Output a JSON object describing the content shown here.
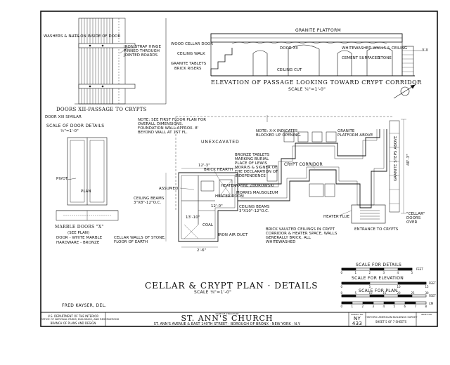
{
  "elevation": {
    "title": "ELEVATION OF PASSAGE LOOKING TOWARD CRYPT CORRIDOR",
    "scale": "SCALE ¼\"=1'-0\"",
    "granite_platform": "GRANITE PLATFORM",
    "labels": {
      "wood_cellar_door": "WOOD CELLAR DOOR",
      "ceiling_walk": "CEILING WALK",
      "granite_tablets": "GRANITE TABLETS",
      "brick_risers": "BRICK RISERS",
      "door_xii": "DOOR XII",
      "ceiling_cut": "CEILING CUT",
      "whitewashed": "WHITEWASHED WALLS & CEILING",
      "cement_surfaced": "CEMENT SURFACED",
      "stone": "STONE",
      "xx": "X-X"
    }
  },
  "doors": {
    "washers_label": "WASHERS & NUTS ON INSIDE OF DOOR",
    "hinge_label": "IRON STRAP HINGE PINNED THROUGH JOINTED BOARDS",
    "title": "DOORS XII-PASSAGE TO CRYPTS",
    "sub1": "DOOR XIII SIMILAR",
    "scale_note": "SCALE OF DOOR DETAILS",
    "scale_value": "½\"=1'-0\"",
    "pivot": "PIVOT",
    "plan": "PLAN",
    "marble_title": "MARBLE DOORS \"X\"",
    "marble_sub": "(SEE PLAN)",
    "marble_line1": "DOOR - WHITE MARBLE",
    "marble_line2": "HARDWARE - BRONZE"
  },
  "plan": {
    "note_first_floor": "NOTE: SEE FIRST FLOOR PLAN FOR OVERALL DIMENSIONS. FOUNDATION WALL APPROX. 8' BEYOND WALL AT 1ST FL.",
    "unexcavated": "UNEXCAVATED",
    "note_xx": "NOTE: X-X INDICATES BLOCKED UP OPENING.",
    "granite_platform_above": "GRANITE PLATFORM ABOVE",
    "bronze_tablets": "BRONZE TABLETS MARKING BURIAL PLACE OF LEWIS MORRIS & SIGNER OF THE DECLARATION OF INDEPENDENCE",
    "wayne_zborowski": "WAYNE ZBOROWSKI",
    "morris_mausoleum": "MORRIS MAUSOLEUM",
    "crypt_corridor": "CRYPT CORRIDOR",
    "brick_hearth": "BRICK HEARTH",
    "heater_room": "HEATER ROOM",
    "assumed": "ASSUMED",
    "ceiling_beams_1": "CEILING BEAMS 3\"X8\"-12\"O.C.",
    "ceiling_beams_2": "CEILING BEAMS 3\"X10\"-12\"O.C.",
    "heater": "HEATER",
    "coal": "COAL",
    "iron_air_duct": "IRON AIR DUCT",
    "cellar_walls": "CELLAR WALLS OF STONE, FLOOR OF EARTH",
    "heater_flue": "HEATER FLUE",
    "brick_vaulted": "BRICK VAULTED CEILINGS IN CRYPT CORRIDOR & HEATER SPACE, WALLS GENERALLY BRICK, ALL WHITEWASHED",
    "entrance": "ENTRANCE TO CRYPTS",
    "granite_steps": "GRANITE STEPS ABOVE",
    "cellar_doors": "\"CELLAR\" DOORS OVER",
    "dim_a": "40'-3\"",
    "dim_b": "12'-3\"",
    "dim_c": "13'-10\"",
    "dim_d": "12'-0\"",
    "dim_e": "2'-6\""
  },
  "main_title": {
    "title": "CELLAR & CRYPT PLAN · DETAILS",
    "scale": "SCALE ⅛\"=1'-0\""
  },
  "scales": {
    "details": "SCALE FOR DETAILS",
    "details_ticks": [
      "0",
      "1",
      "2",
      "3",
      "4",
      "5"
    ],
    "details_unit": "FEET",
    "elevation": "SCALE FOR ELEVATION",
    "elevation_ticks": [
      "0",
      "5",
      "10",
      "15"
    ],
    "elevation_unit": "FEET",
    "plan": "SCALE FOR PLAN",
    "plan_ticks": [
      "0",
      "5",
      "10",
      "15",
      "20",
      "25",
      "30"
    ],
    "plan_unit": "FEET",
    "meter_ticks": [
      "0",
      "1",
      "2",
      "3",
      "4",
      "5",
      "6",
      "7",
      "8"
    ],
    "meter_unit": "CM"
  },
  "drawn_by": "FRED KAYSER, DEL.",
  "title_block": {
    "agency1": "U.S. DEPARTMENT OF THE INTERIOR",
    "agency2": "OFFICE OF NATIONAL PARKS, BUILDINGS, AND RESERVATIONS",
    "agency3": "BRANCH OF PLANS AND DESIGN",
    "name_above": "NAME OF STRUCTURE",
    "church": "ST. ANN'S CHURCH",
    "address": "ST. ANN'S AVENUE & EAST 140TH STREET · BOROUGH OF BRONX · NEW YORK · N.Y.",
    "survey_label": "SURVEY NO.",
    "state": "NY",
    "survey_no": "433",
    "habs": "HISTORIC AMERICAN BUILDINGS SURVEY",
    "sheet": "SHEET 5 OF 7 SHEETS",
    "index_label": "INDEX NO."
  }
}
